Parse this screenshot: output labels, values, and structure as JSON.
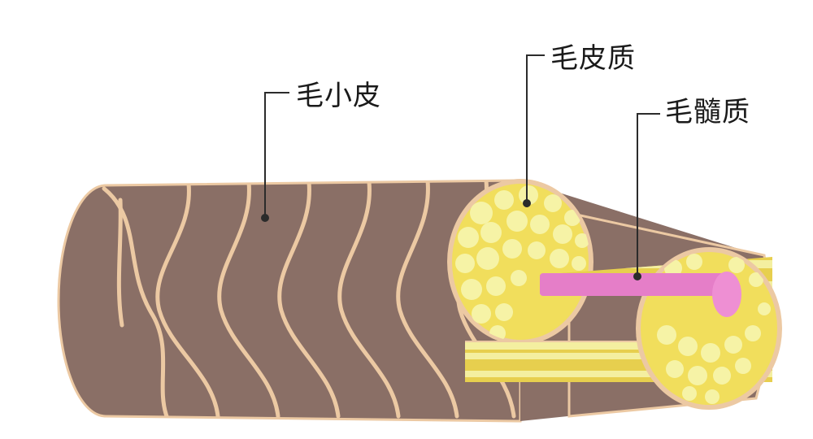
{
  "labels": {
    "cuticle": "毛小皮",
    "cortex": "毛皮质",
    "medulla": "毛髓质"
  },
  "colors": {
    "cuticle_fill": "#8a6f66",
    "cuticle_line": "#ecc9a3",
    "cortex_fill": "#f1de5c",
    "cortex_cells": "#f6f3a6",
    "cortex_stripe_light": "#f4efa0",
    "cortex_stripe_dark": "#e7cf4e",
    "medulla_fill": "#e57ec8",
    "medulla_end": "#ee8fd3",
    "leader_line": "#2b2b2b"
  }
}
